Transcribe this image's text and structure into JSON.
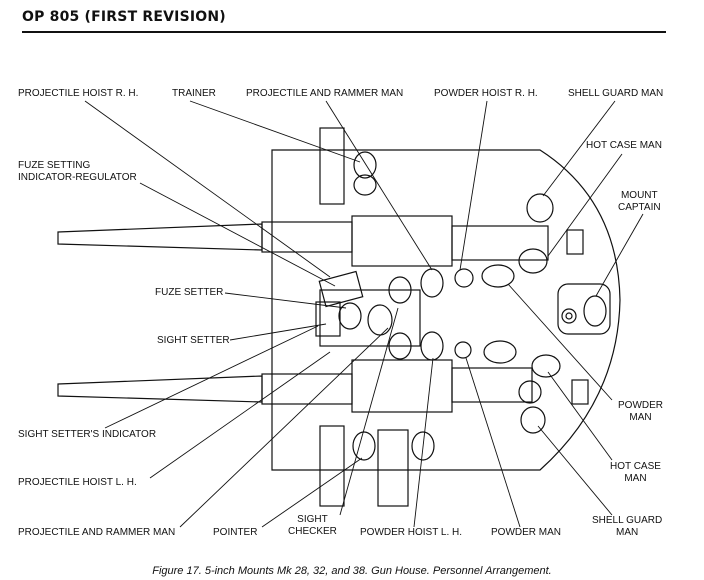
{
  "header": {
    "title": "OP 805 (FIRST REVISION)"
  },
  "labels": {
    "projectile_hoist_rh": "PROJECTILE HOIST R. H.",
    "trainer": "TRAINER",
    "projectile_and_rammer_man_top": "PROJECTILE AND RAMMER MAN",
    "powder_hoist_rh": "POWDER HOIST R. H.",
    "shell_guard_man_top": "SHELL GUARD MAN",
    "hot_case_man_top": "HOT CASE MAN",
    "mount_captain": "MOUNT\nCAPTAIN",
    "fuze_setting_indicator_regulator": "FUZE SETTING\nINDICATOR-REGULATOR",
    "fuze_setter": "FUZE SETTER",
    "sight_setter": "SIGHT SETTER",
    "sight_setters_indicator": "SIGHT SETTER'S INDICATOR",
    "projectile_hoist_lh": "PROJECTILE HOIST L. H.",
    "projectile_and_rammer_man_bottom": "PROJECTILE AND RAMMER MAN",
    "pointer": "POINTER",
    "sight_checker": "SIGHT\nCHECKER",
    "powder_hoist_lh": "POWDER HOIST L. H.",
    "powder_man_bottom": "POWDER MAN",
    "powder_man_right": "POWDER\nMAN",
    "hot_case_man_right": "HOT CASE\nMAN",
    "shell_guard_man_right": "SHELL GUARD\nMAN"
  },
  "caption": "Figure 17.   5-inch Mounts Mk 28, 32, and 38.   Gun House.   Personnel Arrangement."
}
